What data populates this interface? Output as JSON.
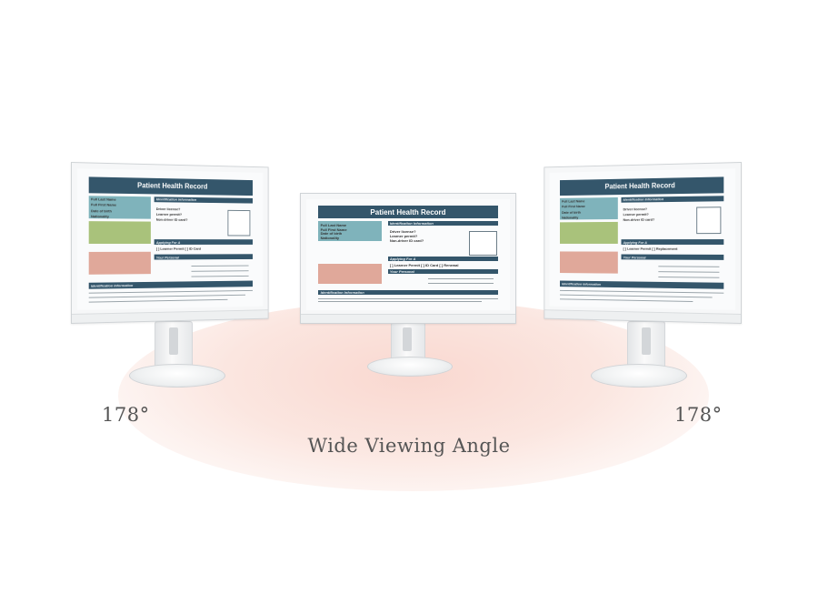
{
  "caption": "Wide Viewing Angle",
  "angle_left": "178°",
  "angle_right": "178°",
  "screen": {
    "title": "Patient Health Record",
    "section_identification": "Identification Information",
    "section_applying": "Applying For A",
    "section_personal": "Your Personal",
    "section_footer": "Identification Information",
    "field_1": "Full Last Name",
    "field_2": "Full First Name",
    "field_3": "Date of birth",
    "field_4": "Nationality",
    "q1": "Driver license?",
    "q2": "Learner permit?",
    "q3": "Non-driver ID card?",
    "opt_1": "[ ] Learner Permit",
    "opt_2": "[ ] ID Card",
    "opt_3": "[ ] Renewal",
    "opt_4": "[ ] Replacement"
  }
}
